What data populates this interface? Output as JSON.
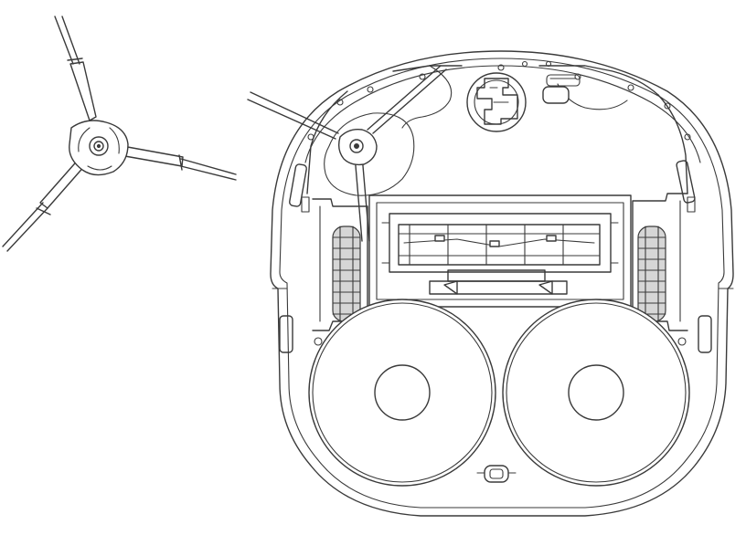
{
  "image": {
    "description_kind": "line-drawing",
    "components": [
      {
        "name": "side-brush"
      },
      {
        "name": "robot-vacuum-underside"
      }
    ]
  },
  "colors": {
    "line": "#3a3a3a",
    "background": "#ffffff",
    "tread": "#d6d6d6"
  }
}
